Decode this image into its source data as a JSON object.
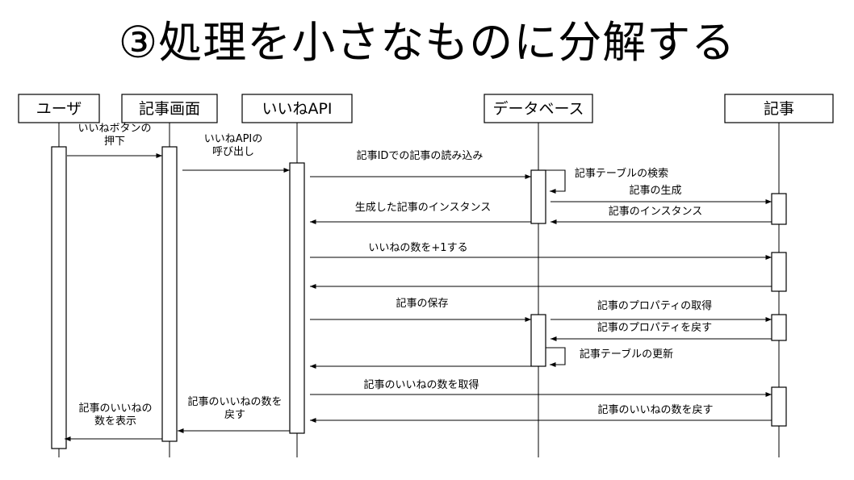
{
  "title": "③処理を小さなものに分解する",
  "actors": [
    {
      "id": "user",
      "label": "ユーザ"
    },
    {
      "id": "screen",
      "label": "記事画面"
    },
    {
      "id": "api",
      "label": "いいねAPI"
    },
    {
      "id": "db",
      "label": "データベース"
    },
    {
      "id": "article",
      "label": "記事"
    }
  ],
  "messages": [
    {
      "from": "user",
      "to": "screen",
      "label": "いいねボタンの\n押下"
    },
    {
      "from": "screen",
      "to": "api",
      "label": "いいねAPIの\n呼び出し"
    },
    {
      "from": "api",
      "to": "db",
      "label": "記事IDでの記事の読み込み"
    },
    {
      "from": "db",
      "to": "db",
      "label": "記事テーブルの検索"
    },
    {
      "from": "db",
      "to": "article",
      "label": "記事の生成"
    },
    {
      "from": "article",
      "to": "db",
      "label": "記事のインスタンス"
    },
    {
      "from": "db",
      "to": "api",
      "label": "生成した記事のインスタンス"
    },
    {
      "from": "api",
      "to": "article",
      "label": "いいねの数を+1する"
    },
    {
      "from": "article",
      "to": "api",
      "label": ""
    },
    {
      "from": "api",
      "to": "db",
      "label": "記事の保存"
    },
    {
      "from": "db",
      "to": "article",
      "label": "記事のプロパティの取得"
    },
    {
      "from": "article",
      "to": "db",
      "label": "記事のプロパティを戻す"
    },
    {
      "from": "db",
      "to": "db",
      "label": "記事テーブルの更新"
    },
    {
      "from": "db",
      "to": "api",
      "label": ""
    },
    {
      "from": "api",
      "to": "article",
      "label": "記事のいいねの数を取得"
    },
    {
      "from": "article",
      "to": "api",
      "label": "記事のいいねの数を戻す"
    },
    {
      "from": "api",
      "to": "screen",
      "label": "記事のいいねの数を\n戻す"
    },
    {
      "from": "screen",
      "to": "user",
      "label": "記事のいいねの\n数を表示"
    }
  ]
}
